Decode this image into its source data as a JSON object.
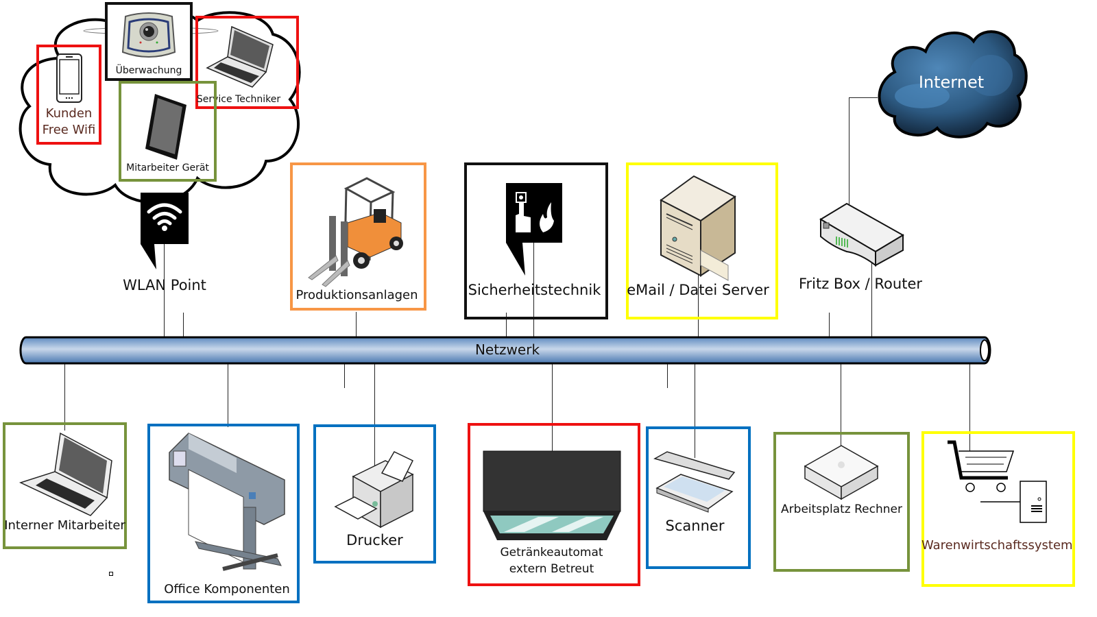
{
  "colors": {
    "red": "#ee1111",
    "black": "#111111",
    "green": "#77933c",
    "orange": "#f79646",
    "yellow": "#ffff00",
    "blue": "#0070c0",
    "label_brown": "#5a2a20",
    "bus_fill": "#9ab7d9"
  },
  "bus": {
    "label": "Netzwerk"
  },
  "internet": {
    "label": "Internet"
  },
  "wifi_cloud": {
    "items": [
      {
        "label": "Überwachung",
        "icon": "camera-icon",
        "frame": "black"
      },
      {
        "label": "Service Techniker",
        "icon": "laptop-icon",
        "frame": "red"
      },
      {
        "label_line1": "Kunden",
        "label_line2": "Free Wifi",
        "icon": "smartphone-icon",
        "frame": "red"
      },
      {
        "label": "Mitarbeiter Gerät",
        "icon": "tablet-icon",
        "frame": "green"
      }
    ]
  },
  "top_nodes": [
    {
      "label": "WLAN Point",
      "icon": "wifi-icon"
    },
    {
      "label": "Produktionsanlagen",
      "icon": "forklift-icon",
      "frame": "orange"
    },
    {
      "label": "Sicherheitstechnik",
      "icon": "fire-alarm-icon",
      "frame": "black"
    },
    {
      "label": "eMail / Datei Server",
      "icon": "server-icon",
      "frame": "yellow"
    },
    {
      "label": "Fritz Box / Router",
      "icon": "router-icon"
    }
  ],
  "bottom_nodes": [
    {
      "label": "Interner Mitarbeiter",
      "icon": "laptop-icon",
      "frame": "green"
    },
    {
      "label": "Office Komponenten",
      "icon": "plotter-icon",
      "frame": "blue"
    },
    {
      "label": "Drucker",
      "icon": "printer-icon",
      "frame": "blue"
    },
    {
      "label_line1": "Getränkeautomat",
      "label_line2": "extern Betreut",
      "icon": "vending-machine-icon",
      "frame": "red"
    },
    {
      "label": "Scanner",
      "icon": "scanner-icon",
      "frame": "blue"
    },
    {
      "label": "Arbeitsplatz Rechner",
      "icon": "mini-pc-icon",
      "frame": "green"
    },
    {
      "label": "Warenwirtschaftssystem",
      "icon": "shopping-cart-server-icon",
      "frame": "yellow"
    }
  ]
}
